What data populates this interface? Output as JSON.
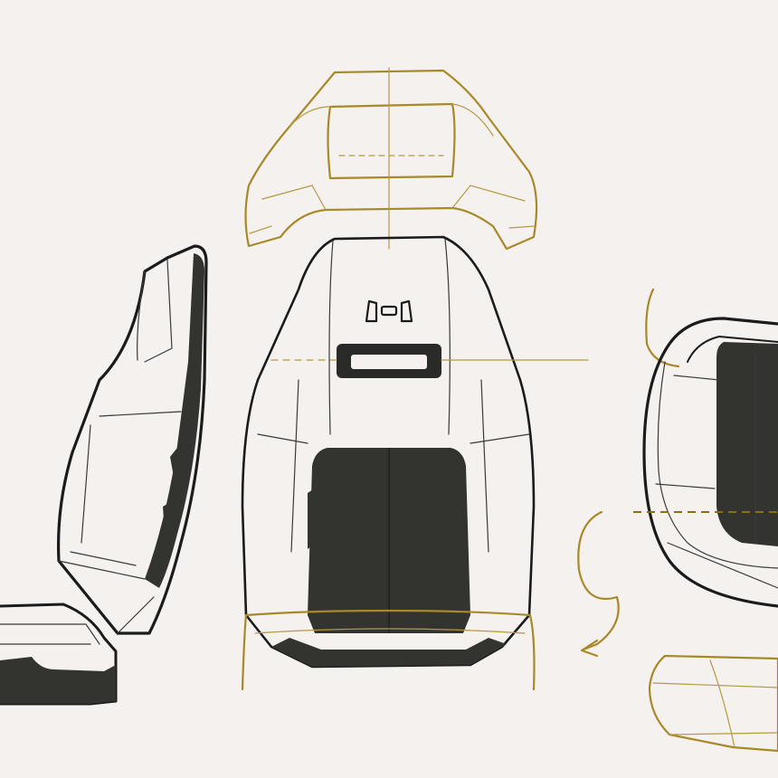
{
  "drawing": {
    "subject": "seat-design-sketch",
    "views": [
      "side",
      "front",
      "three-quarter"
    ],
    "colors": {
      "paper": "#f4f1ee",
      "ink": "#1b1b1b",
      "accent_gold": "#a8892a",
      "panel_dark": "#333430"
    }
  }
}
